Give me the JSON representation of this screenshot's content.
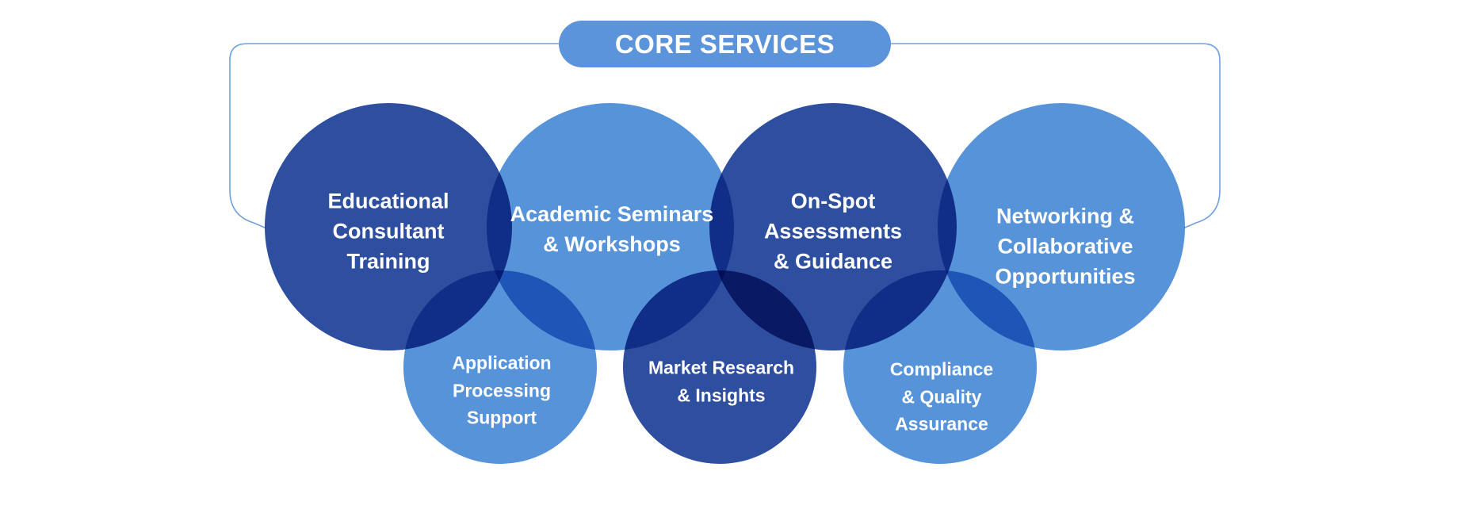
{
  "header": {
    "title": "CORE SERVICES"
  },
  "palette": {
    "dark_blue": "#2E4F9F",
    "light_blue": "#5793D8",
    "pill_fill": "#5B94DB",
    "connector_line": "#6FA0DF",
    "text": "#FFFFFF",
    "background": "#FFFFFF"
  },
  "services": {
    "primary": [
      {
        "label": "Educational\nConsultant\nTraining",
        "color": "dark_blue"
      },
      {
        "label": "Academic Seminars\n& Workshops",
        "color": "light_blue"
      },
      {
        "label": "On-Spot\nAssessments\n& Guidance",
        "color": "dark_blue"
      },
      {
        "label": "Networking &\nCollaborative\nOpportunities",
        "color": "light_blue"
      }
    ],
    "secondary": [
      {
        "label": "Application\nProcessing\nSupport",
        "color": "light_blue"
      },
      {
        "label": "Market Research\n& Insights",
        "color": "dark_blue"
      },
      {
        "label": "Compliance\n& Quality\nAssurance",
        "color": "light_blue"
      }
    ]
  }
}
